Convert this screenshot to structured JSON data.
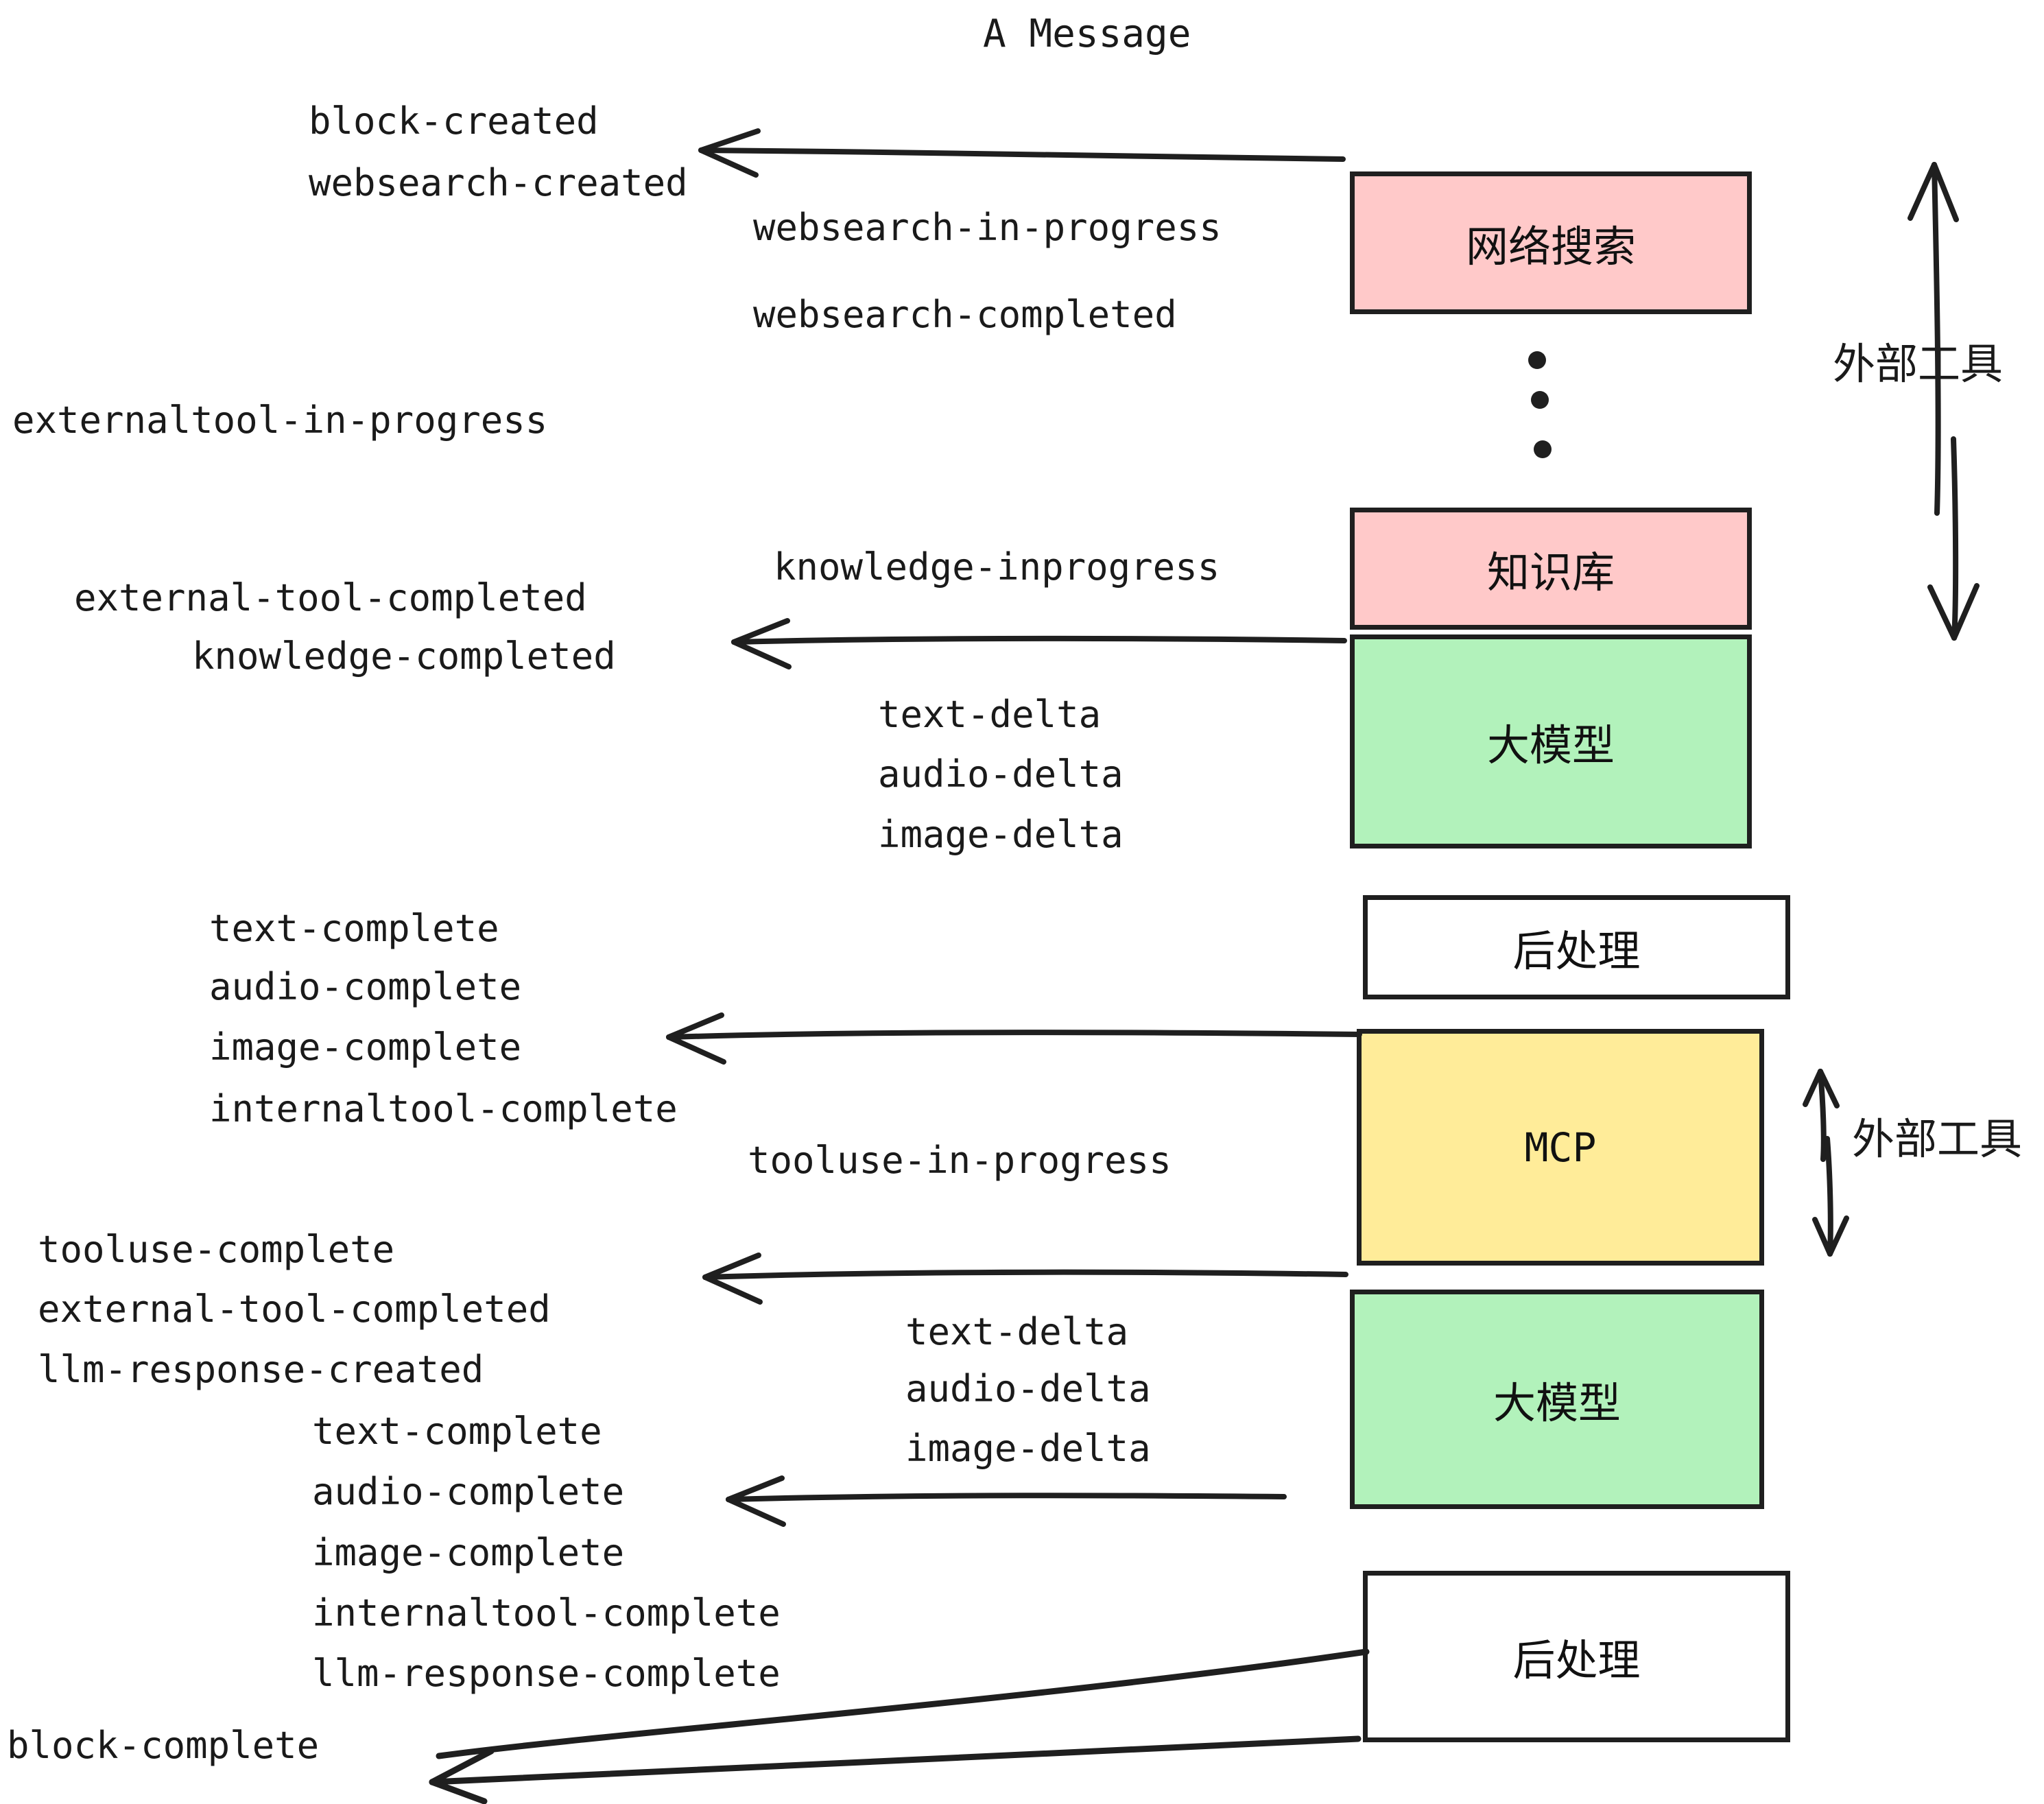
{
  "title": "A Message",
  "events": {
    "block_created": "block-created",
    "websearch_created": "websearch-created",
    "websearch_in_progress": "websearch-in-progress",
    "websearch_completed": "websearch-completed",
    "externaltool_in_progress": "externaltool-in-progress",
    "knowledge_inprogress": "knowledge-inprogress",
    "external_tool_completed_1": "external-tool-completed",
    "knowledge_completed": "knowledge-completed",
    "text_delta_1": "text-delta",
    "audio_delta_1": "audio-delta",
    "image_delta_1": "image-delta",
    "text_complete_1": "text-complete",
    "audio_complete_1": "audio-complete",
    "image_complete_1": "image-complete",
    "internaltool_complete_1": "internaltool-complete",
    "tooluse_in_progress": "tooluse-in-progress",
    "tooluse_complete": "tooluse-complete",
    "external_tool_completed_2": "external-tool-completed",
    "llm_response_created": "llm-response-created",
    "text_delta_2": "text-delta",
    "audio_delta_2": "audio-delta",
    "image_delta_2": "image-delta",
    "text_complete_2": "text-complete",
    "audio_complete_2": "audio-complete",
    "image_complete_2": "image-complete",
    "internaltool_complete_2": "internaltool-complete",
    "llm_response_complete": "llm-response-complete",
    "block_complete": "block-complete"
  },
  "nodes": {
    "websearch": "网络搜索",
    "knowledge": "知识库",
    "llm_1": "大模型",
    "postprocess_1": "后处理",
    "mcp": "MCP",
    "llm_2": "大模型",
    "postprocess_2": "后处理"
  },
  "annotations": {
    "external_tools_top": "外部工具",
    "external_tools_bottom": "外部工具"
  },
  "colors": {
    "pink": "#ffc9c9",
    "green": "#b2f2bb",
    "yellow": "#ffec99",
    "white": "#ffffff",
    "stroke": "#1f1f1f",
    "text": "#1a1a1a",
    "background": "#ffffff"
  }
}
